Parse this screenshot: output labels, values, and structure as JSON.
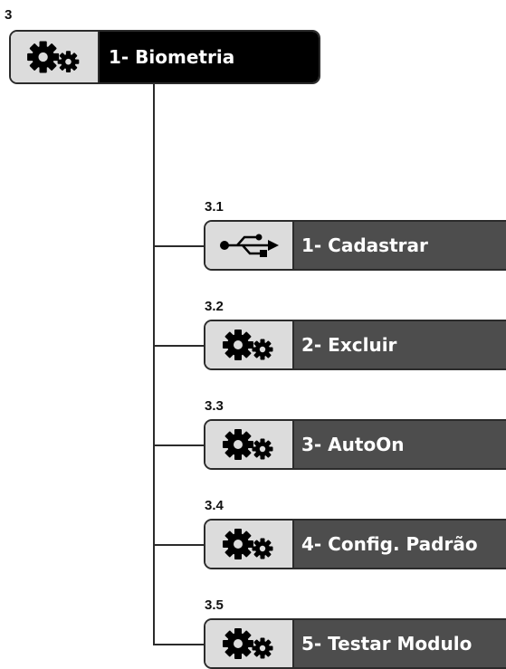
{
  "root": {
    "number": "3",
    "label": "1- Biometria",
    "icon": "gears-icon"
  },
  "items": [
    {
      "number": "3.1",
      "label": "1- Cadastrar",
      "icon": "usb-icon"
    },
    {
      "number": "3.2",
      "label": "2- Excluir",
      "icon": "gears-icon"
    },
    {
      "number": "3.3",
      "label": "3- AutoOn",
      "icon": "gears-icon"
    },
    {
      "number": "3.4",
      "label": "4- Config. Padrão",
      "icon": "gears-icon"
    },
    {
      "number": "3.5",
      "label": "5- Testar Modulo",
      "icon": "gears-icon"
    }
  ],
  "colors": {
    "root_label_bg": "#000000",
    "item_label_bg": "#4d4d4d",
    "icon_bg": "#dcdcdc",
    "line": "#2b2b2b"
  }
}
